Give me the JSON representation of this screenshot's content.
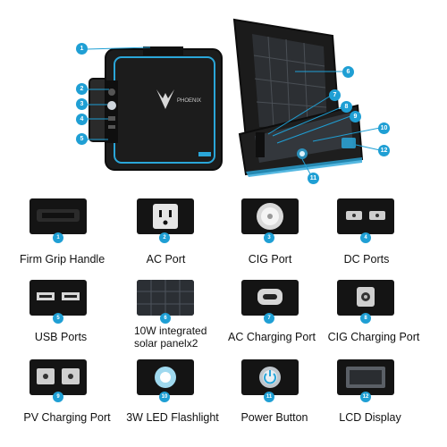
{
  "hero": {
    "brand": "PHOENIX",
    "callouts": [
      "1",
      "2",
      "3",
      "4",
      "5",
      "6",
      "7",
      "8",
      "9",
      "10",
      "12",
      "11"
    ]
  },
  "features": [
    {
      "num": "1",
      "label": "Firm Grip Handle",
      "icon": "handle-icon"
    },
    {
      "num": "2",
      "label": "AC Port",
      "icon": "ac-outlet-icon"
    },
    {
      "num": "3",
      "label": "CIG Port",
      "icon": "cigarette-socket-icon"
    },
    {
      "num": "4",
      "label": "DC Ports",
      "icon": "dc-port-icon"
    },
    {
      "num": "5",
      "label": "USB Ports",
      "icon": "usb-port-icon"
    },
    {
      "num": "6",
      "label": "10W integrated solar panelx2",
      "icon": "solar-panel-icon"
    },
    {
      "num": "7",
      "label": "AC Charging Port",
      "icon": "ac-charging-port-icon"
    },
    {
      "num": "8",
      "label": "CIG Charging Port",
      "icon": "cig-charging-port-icon"
    },
    {
      "num": "9",
      "label": "PV Charging Port",
      "icon": "pv-charging-port-icon"
    },
    {
      "num": "10",
      "label": "3W LED Flashlight",
      "icon": "flashlight-icon"
    },
    {
      "num": "11",
      "label": "Power Button",
      "icon": "power-button-icon"
    },
    {
      "num": "12",
      "label": "LCD Display",
      "icon": "lcd-display-icon"
    }
  ],
  "colors": {
    "accent": "#1f9fd4",
    "case": "#1a1a1a",
    "trim": "#2aa6d9"
  }
}
